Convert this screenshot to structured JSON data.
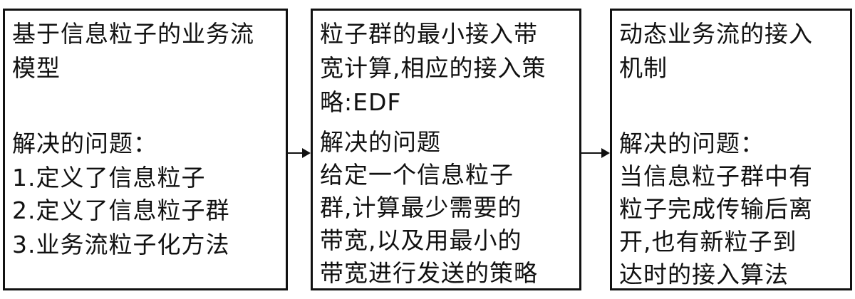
{
  "boxes": [
    {
      "title_lines": [
        "基于信息粒子的业务流",
        "模型"
      ],
      "section_lines": [
        "解决的问题：",
        "1.定义了信息粒子",
        "2.定义了信息粒子群",
        "3.业务流粒子化方法"
      ]
    },
    {
      "title_lines": [
        "粒子群的最小接入带",
        "宽计算,相应的接入策",
        "略:EDF"
      ],
      "section_lines": [
        "解决的问题",
        "给定一个信息粒子",
        "群,计算最少需要的",
        "带宽,以及用最小的",
        "带宽进行发送的策略"
      ]
    },
    {
      "title_lines": [
        "动态业务流的接入",
        "机制"
      ],
      "section_lines": [
        "解决的问题：",
        "当信息粒子群中有",
        "粒子完成传输后离",
        "开,也有新粒子到",
        "达时的接入算法"
      ]
    }
  ]
}
